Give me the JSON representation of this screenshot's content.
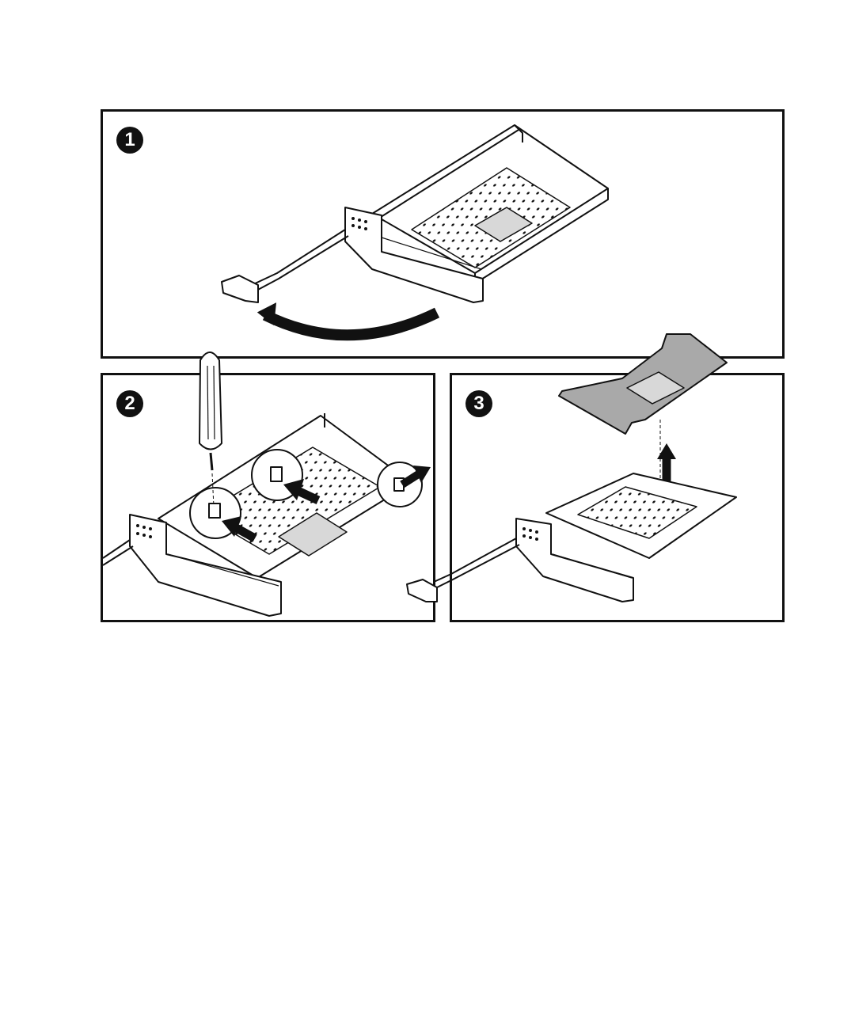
{
  "steps": [
    {
      "number": "1"
    },
    {
      "number": "2"
    },
    {
      "number": "3"
    }
  ],
  "colors": {
    "line": "#111111",
    "card_fill": "#a9a9a9",
    "chip_fill": "#d8d8d8"
  }
}
